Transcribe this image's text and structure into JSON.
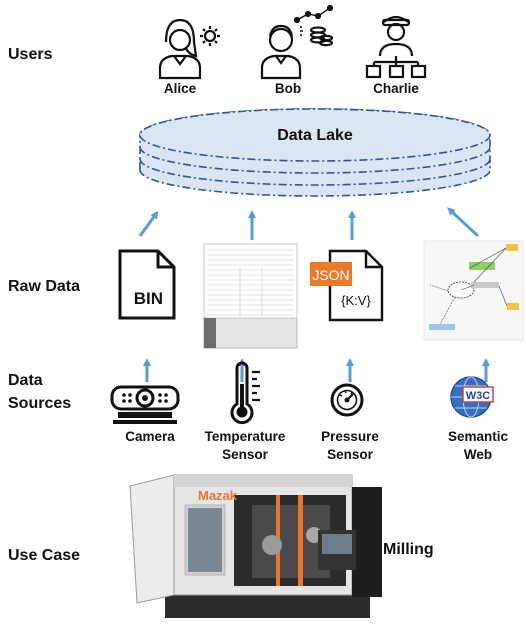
{
  "row_labels": {
    "users": "Users",
    "raw_data": "Raw Data",
    "data_sources_line1": "Data",
    "data_sources_line2": "Sources",
    "use_case": "Use Case"
  },
  "users": [
    {
      "name": "Alice",
      "icon": "person-gear-icon"
    },
    {
      "name": "Bob",
      "icon": "person-coins-icon"
    },
    {
      "name": "Charlie",
      "icon": "person-hierarchy-icon"
    }
  ],
  "data_lake": {
    "label": "Data Lake"
  },
  "raw_data": {
    "bin": {
      "label": "BIN"
    },
    "json": {
      "badge": "JSON",
      "body": "{K:V}",
      "badge_color": "#ea7b2b"
    },
    "table_doc": {
      "icon": "spreadsheet-document-icon"
    },
    "graph_doc": {
      "icon": "semantic-graph-document-icon"
    }
  },
  "sources": [
    {
      "line1": "Camera",
      "line2": "",
      "icon": "camera-icon"
    },
    {
      "line1": "Temperature",
      "line2": "Sensor",
      "icon": "thermometer-icon"
    },
    {
      "line1": "Pressure",
      "line2": "Sensor",
      "icon": "pressure-gauge-icon"
    },
    {
      "line1": "Semantic",
      "line2": "Web",
      "icon": "w3c-globe-icon"
    }
  ],
  "w3c_badge": "W3C",
  "use_case": {
    "machine_brand": "Mazak",
    "label": "Milling",
    "icon": "milling-machine-icon"
  },
  "colors": {
    "arrow": "#5b9bd5",
    "lake_fill": "#dbe6f4",
    "lake_stroke": "#2f5597",
    "orange": "#ea7b2b"
  }
}
